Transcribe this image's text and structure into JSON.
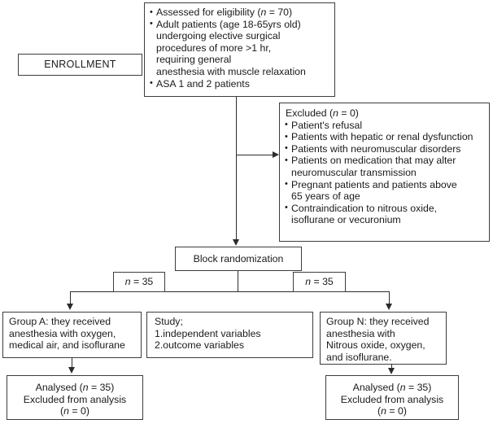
{
  "diagram": {
    "title": "CONSORT participant flow diagram",
    "enrollment": {
      "label": "ENROLLMENT"
    },
    "eligibility": {
      "items": [
        {
          "text": "Assessed for eligibility (",
          "italic_n": "n",
          "rest": " = 70)"
        }
      ],
      "line1": "Assessed for eligibility (n = 70)",
      "line2": "Adult patients (age 18-65yrs old)",
      "line3": "undergoing elective surgical",
      "line4": "procedures of more >1 hr,",
      "line5": "requiring general",
      "line6": "anesthesia with muscle relaxation",
      "line7": "ASA 1 and 2 patients"
    },
    "excluded": {
      "heading_pre": "Excluded (",
      "heading_n": "n",
      "heading_post": " = 0)",
      "b1": "Patient's refusal",
      "b2": "Patients with hepatic or renal dysfunction",
      "b3": "Patients with neuromuscular disorders",
      "b4": "Patients on medication that  may alter",
      "b4b": "neuromuscular transmission",
      "b5": "Pregnant patients and patients above",
      "b5b": "65 years of age",
      "b6": "Contraindication to nitrous oxide,",
      "b6b": "isoflurane or vecuronium"
    },
    "randomization": {
      "label": "Block randomization",
      "left_n_pre": "n",
      "left_n_post": " = 35",
      "right_n_pre": "n",
      "right_n_post": " = 35"
    },
    "group_a": {
      "line1": "Group A: they received",
      "line2": "anesthesia with oxygen,",
      "line3": "medical air, and isoflurane"
    },
    "study": {
      "line1": "Study;",
      "line2": "1.independent variables",
      "line3": "2.outcome variables"
    },
    "group_n": {
      "line1": "Group N: they received",
      "line2": "anesthesia with",
      "line3": "Nitrous oxide, oxygen,",
      "line4": "and isoflurane."
    },
    "analysed_left": {
      "line1_pre": "Analysed (",
      "line1_n": "n",
      "line1_post": " = 35)",
      "line2": "Excluded from analysis",
      "line3_pre": "(",
      "line3_n": "n",
      "line3_post": " = 0)"
    },
    "analysed_right": {
      "line1_pre": "Analysed (",
      "line1_n": "n",
      "line1_post": " = 35)",
      "line2": "Excluded from analysis",
      "line3_pre": "(",
      "line3_n": "n",
      "line3_post": " = 0)"
    },
    "colors": {
      "border": "#3d3d3d",
      "connector": "#2b2b2b",
      "text": "#1a1a1a",
      "background": "#ffffff"
    }
  }
}
